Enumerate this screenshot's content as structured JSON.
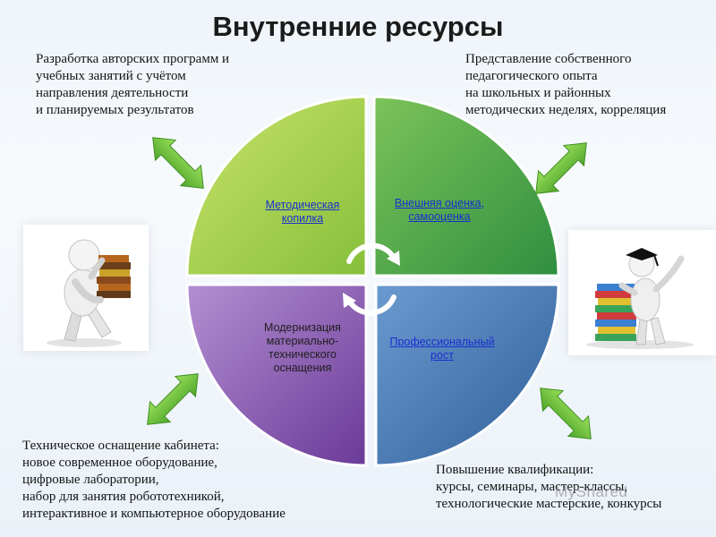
{
  "title": "Внутренние ресурсы",
  "notes": {
    "top_left": [
      "Разработка авторских программ и",
      "учебных занятий с учётом",
      "направления деятельности",
      "и планируемых результатов"
    ],
    "top_right": [
      "Представление собственного",
      "педагогического опыта",
      "на школьных и районных",
      "методических неделях, корреляция"
    ],
    "bottom_left": [
      "Техническое оснащение кабинета:",
      "новое современное оборудование,",
      "цифровые лаборатории,",
      "набор для занятия робототехникой,",
      "интерактивное и компьютерное оборудование"
    ],
    "bottom_right": [
      "Повышение квалификации:",
      "курсы, семинары, мастер-классы,",
      "технологические мастерские, конкурсы"
    ]
  },
  "quadrants": {
    "top_left": [
      "Методическая",
      "копилка"
    ],
    "top_right": [
      "Внешняя оценка,",
      "самооценка"
    ],
    "bottom_left": [
      "Модернизация",
      "материально-",
      "технического",
      "оснащения"
    ],
    "bottom_right": [
      "Профессиональный",
      "рост"
    ]
  },
  "watermark": "MyShared",
  "colors": {
    "green_light": "#b7d65a",
    "green_dark": "#3f9d3c",
    "purple": "#7a4ba3",
    "blue": "#3f6fa6",
    "arrow_green": "#6cbf3c",
    "link": "#1a2fd0"
  },
  "icons": {
    "arrows": "double-headed-arrow-icon",
    "center": "cycle-arrows-icon",
    "left_image": "person-carrying-books-icon",
    "right_image": "graduate-with-books-icon"
  }
}
